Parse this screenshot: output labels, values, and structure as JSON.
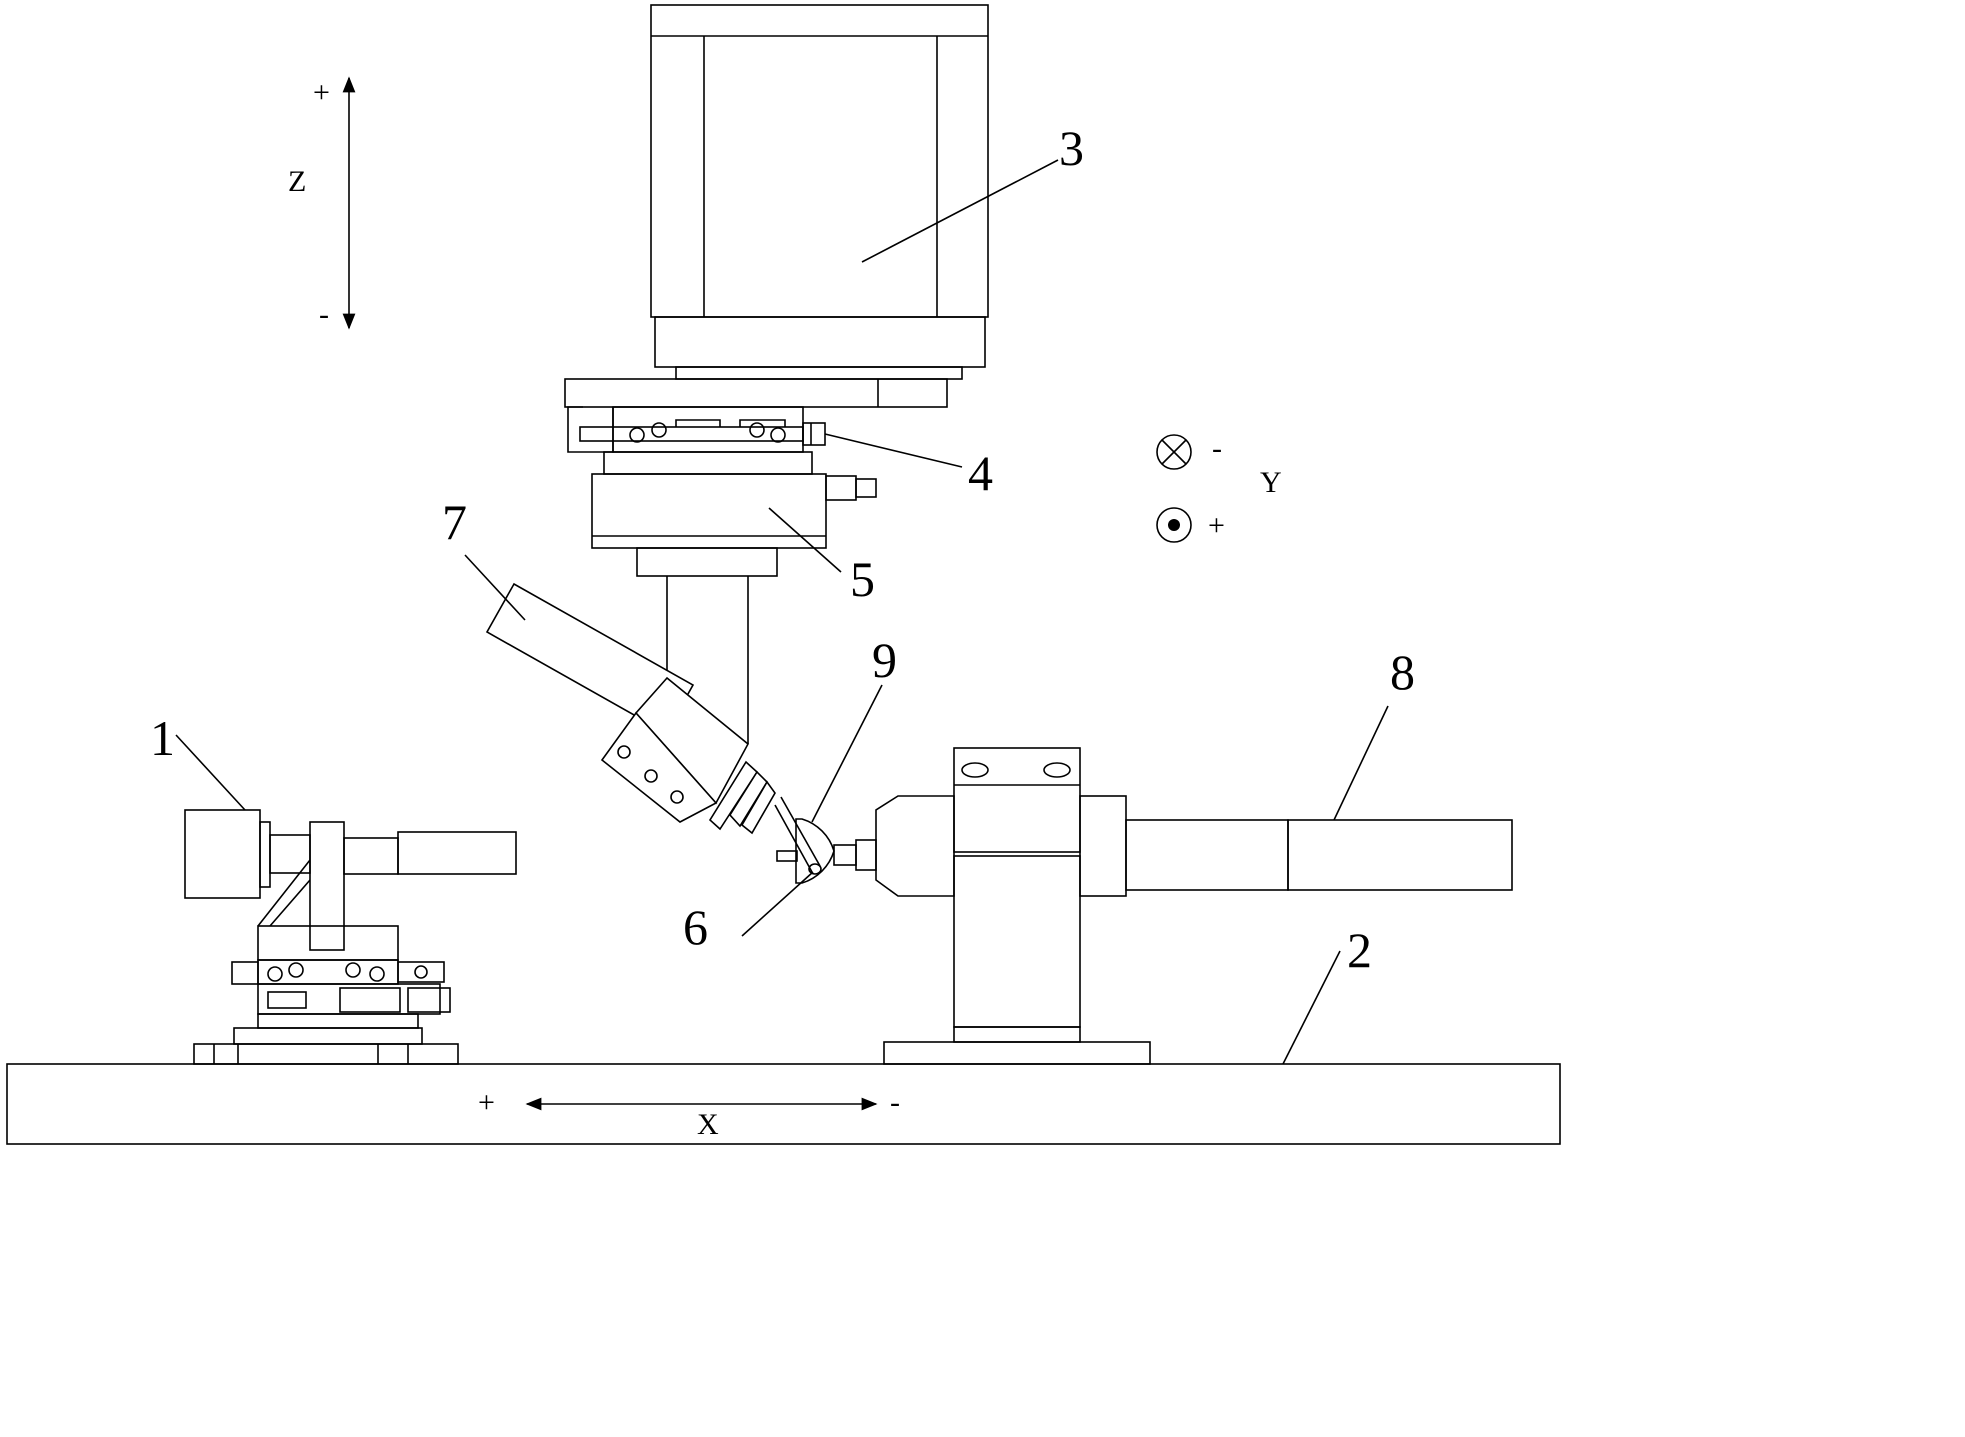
{
  "labels": {
    "l1": "1",
    "l2": "2",
    "l3": "3",
    "l4": "4",
    "l5": "5",
    "l6": "6",
    "l7": "7",
    "l8": "8",
    "l9": "9"
  },
  "axes": {
    "z": {
      "name": "Z",
      "plus": "+",
      "minus": "-"
    },
    "x": {
      "name": "X",
      "plus": "+",
      "minus": "-"
    },
    "y": {
      "name": "Y",
      "plus": "+",
      "minus": "-"
    }
  }
}
